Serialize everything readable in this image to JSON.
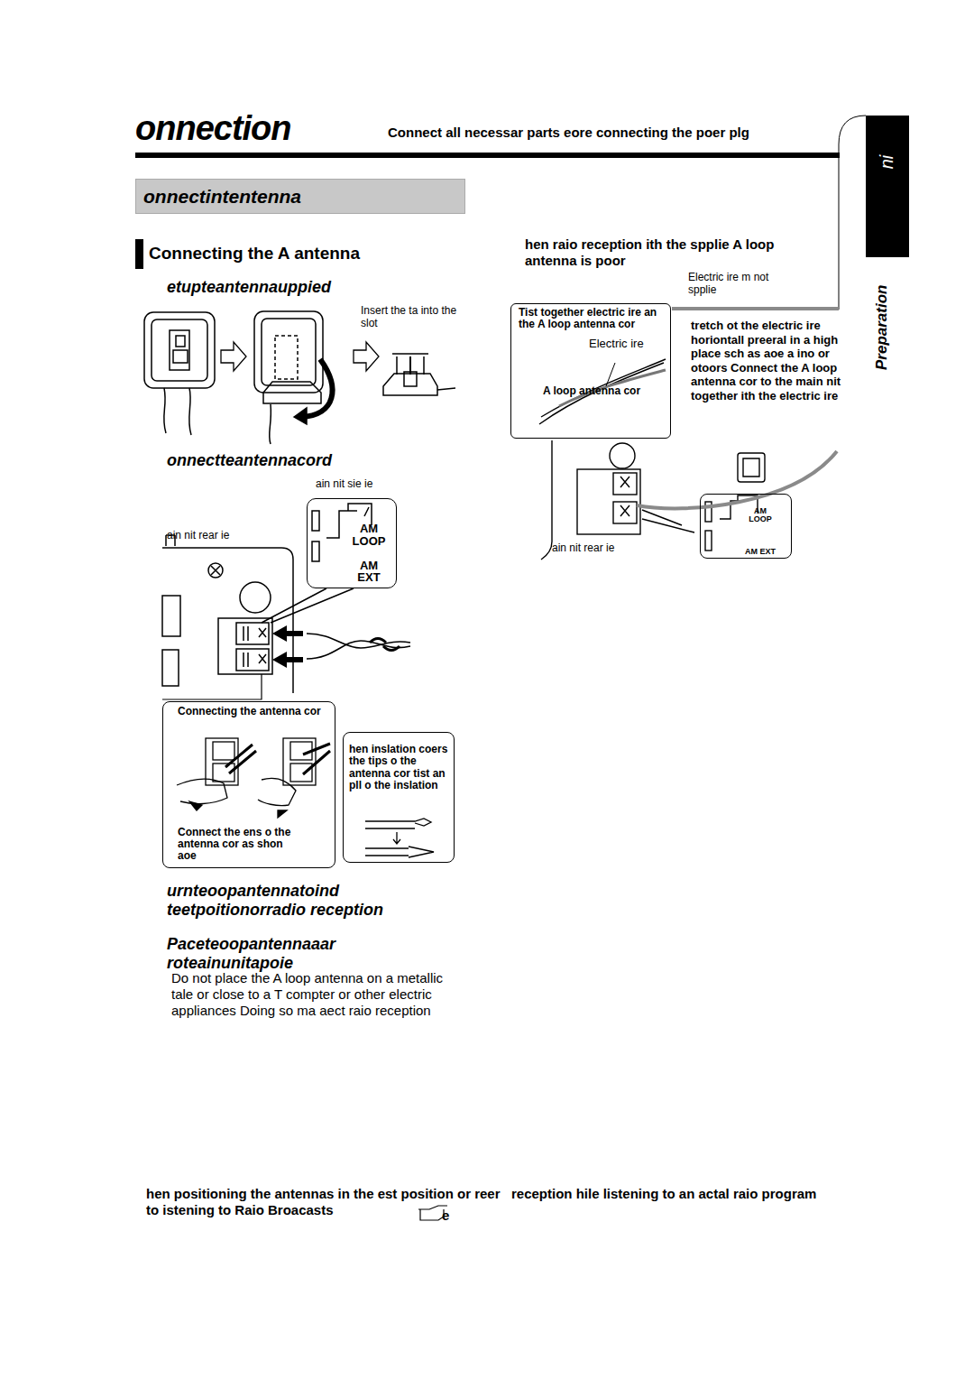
{
  "diagram": {
    "title": "onnection",
    "nodes": [
      {
        "text": [
          "onnectintentenna"
        ]
      },
      {
        "text": [
          "AM LOOP",
          "AM EXT"
        ]
      },
      {
        "text": [
          "Connecting the antenna cor",
          "Connect the ens o the antenna cor as shon aoe"
        ]
      },
      {
        "text": [
          "hen inslation coers the tips o the antenna cor tist an pll o the inslation"
        ]
      },
      {
        "text": [
          "Tist together electric ire an the A loop antenna cor",
          "Electric ire",
          "A loop antenna cor"
        ]
      },
      {
        "text": [
          "AM LOOP",
          "AM EXT"
        ]
      },
      {
        "text": [
          "ni"
        ]
      }
    ],
    "labels": [
      "Connect all necessar parts eore connecting the poer plg",
      "Connecting the A antenna",
      "etupteantennauppied",
      "Insert the ta into the slot",
      "onnectteantennacord",
      "ain nit sie ie",
      "ain nit rear ie",
      "urnteoopantennatoind teetpoitionorradio reception",
      "Paceteoopantennaaar roteainunitapoie",
      "Do not place the A loop antenna on a metallic tale or close to a T compter or other electric appliances Doing so ma aect raio reception",
      "hen raio reception ith the spplie A loop antenna is poor",
      "Electric ire m not spplie",
      "tretch ot the electric ire horiontall preeral in a high place sch as aoe a ino or otoors Connect the A loop antenna cor to the main nit together ith the electric ire",
      "ain nit rear ie",
      "hen positioning the antennas in the est position or reer to istening to Raio Broacasts",
      "e",
      "reception hile listening to an actal raio program",
      "Preparation"
    ]
  }
}
